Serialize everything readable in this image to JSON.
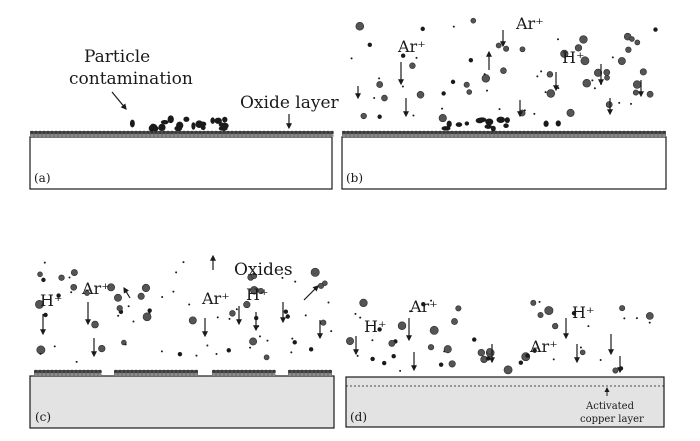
{
  "figure": {
    "panels": [
      {
        "id": "a",
        "letter": "(a)",
        "annotations": [
          "Particle",
          "contamination",
          "Oxide layer"
        ]
      },
      {
        "id": "b",
        "letter": "(b)",
        "ions": [
          "Ar⁺",
          "Ar⁺",
          "H⁺"
        ]
      },
      {
        "id": "c",
        "letter": "(c)",
        "ions": [
          "H⁺",
          "Ar⁺",
          "Ar⁺",
          "H⁺"
        ],
        "annotations": [
          "Oxides"
        ]
      },
      {
        "id": "d",
        "letter": "(d)",
        "ions": [
          "H⁺",
          "Ar⁺",
          "Ar⁺",
          "H⁺"
        ],
        "annotations": [
          "Activated",
          "copper layer"
        ]
      }
    ]
  },
  "colors": {
    "ink": "#1a1a1a",
    "particle": "#555555",
    "substrate_clean": "#ffffff",
    "substrate_grey": "#e3e3e3",
    "oxide": "#6a6a6a"
  }
}
